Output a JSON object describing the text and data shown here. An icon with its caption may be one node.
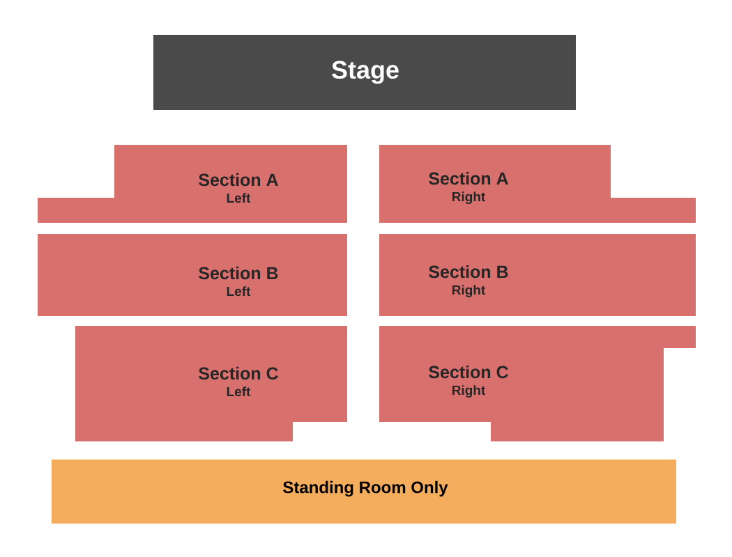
{
  "diagram": {
    "nodes": [
      {
        "text": [
          "Stage"
        ]
      },
      {
        "text": [
          "Section A",
          "Left"
        ]
      },
      {
        "text": [
          "Section A",
          "Right"
        ]
      },
      {
        "text": [
          "Section B",
          "Left"
        ]
      },
      {
        "text": [
          "Section B",
          "Right"
        ]
      },
      {
        "text": [
          "Section C",
          "Left"
        ]
      },
      {
        "text": [
          "Section C",
          "Right"
        ]
      },
      {
        "text": [
          "Standing Room Only"
        ]
      }
    ]
  }
}
